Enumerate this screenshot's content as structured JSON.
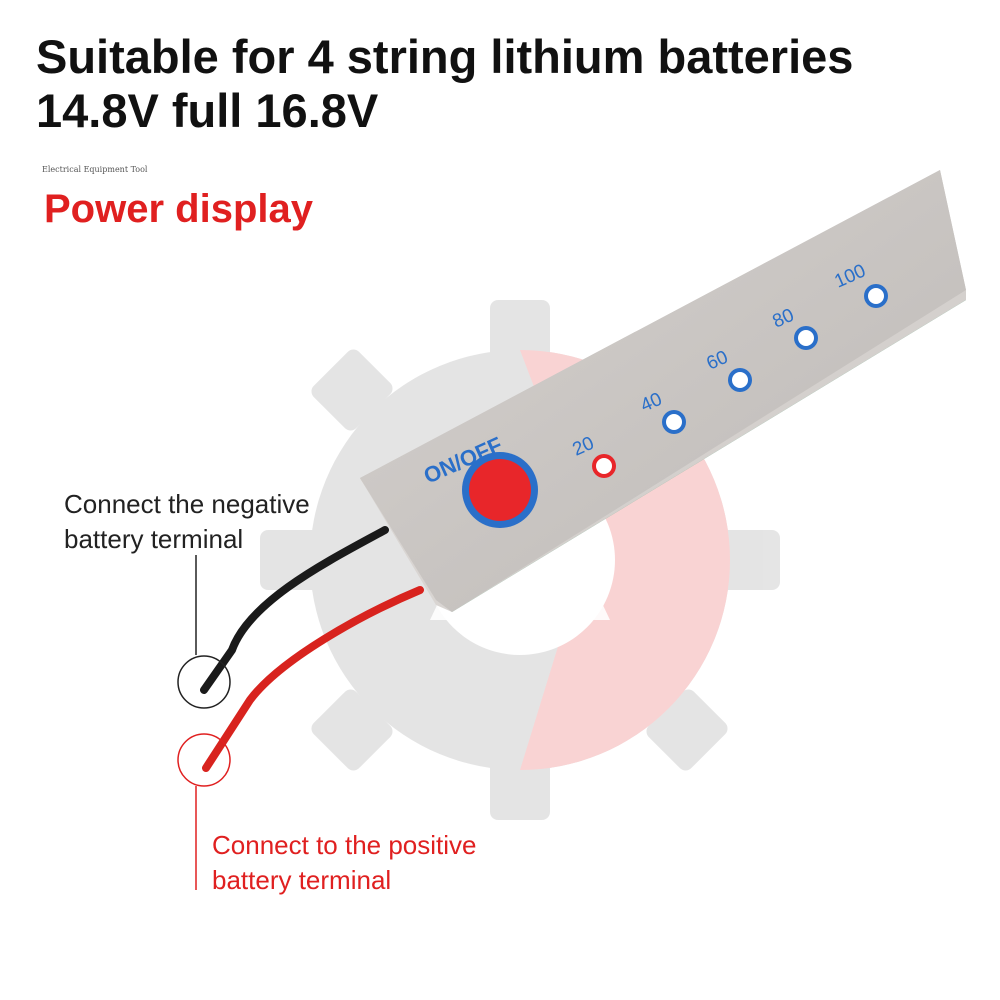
{
  "header": {
    "line1": "Suitable for 4 string lithium batteries",
    "line2": "14.8V full 16.8V"
  },
  "brand": "Electrical Equipment Tool",
  "section_title": "Power display",
  "board": {
    "button_label": "ON/OFF",
    "levels": [
      {
        "label": "20",
        "indicator": "red"
      },
      {
        "label": "40",
        "indicator": "blue"
      },
      {
        "label": "60",
        "indicator": "blue"
      },
      {
        "label": "80",
        "indicator": "blue"
      },
      {
        "label": "100",
        "indicator": "blue"
      }
    ]
  },
  "labels": {
    "negative_line1": "Connect the negative",
    "negative_line2": "battery terminal",
    "positive_line1": "Connect to the positive",
    "positive_line2": "battery terminal"
  },
  "colors": {
    "accent_red": "#e02020",
    "text_dark": "#111111",
    "led_blue": "#2a6fc9",
    "button_red": "#e8262a",
    "board_silver": "#cfcbc8",
    "wire_black": "#1a1a1a",
    "wire_red": "#d8231e"
  },
  "icons": {
    "watermark": "gear-logo-icon",
    "button": "power-button-icon",
    "led": "led-indicator-icon"
  }
}
